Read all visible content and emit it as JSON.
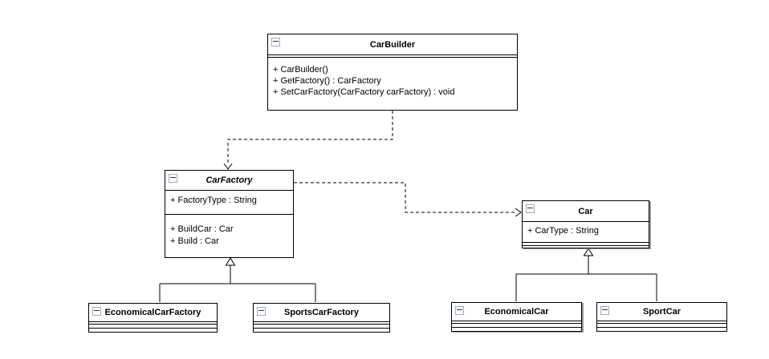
{
  "classes": {
    "car_builder": {
      "name": "CarBuilder",
      "members": [
        "+ CarBuilder()",
        "+ GetFactory() : CarFactory",
        "+ SetCarFactory(CarFactory carFactory) : void"
      ]
    },
    "car_factory": {
      "name": "CarFactory",
      "abstract": true,
      "attributes": [
        "+ FactoryType : String"
      ],
      "methods": [
        "+ BuildCar : Car",
        "+ Build : Car"
      ]
    },
    "car": {
      "name": "Car",
      "attributes": [
        "+ CarType : String"
      ]
    },
    "economical_car_factory": {
      "name": "EconomicalCarFactory"
    },
    "sports_car_factory": {
      "name": "SportsCarFactory"
    },
    "economical_car": {
      "name": "EconomicalCar"
    },
    "sport_car": {
      "name": "SportCar"
    }
  },
  "relationships": [
    {
      "type": "dependency",
      "from": "CarBuilder",
      "to": "CarFactory",
      "style": "dashed-open-arrow"
    },
    {
      "type": "dependency",
      "from": "CarFactory",
      "to": "Car",
      "style": "dashed-open-arrow"
    },
    {
      "type": "inheritance",
      "parent": "CarFactory",
      "children": [
        "EconomicalCarFactory",
        "SportsCarFactory"
      ]
    },
    {
      "type": "inheritance",
      "parent": "Car",
      "children": [
        "EconomicalCar",
        "SportCar"
      ]
    }
  ],
  "icons": {
    "collapse": "minus-square-icon"
  },
  "colors": {
    "line": "#000000",
    "background": "#ffffff",
    "box_fill": "#ffffff",
    "icon_border": "#9cadc2",
    "shadow": "#9a9a9a"
  }
}
